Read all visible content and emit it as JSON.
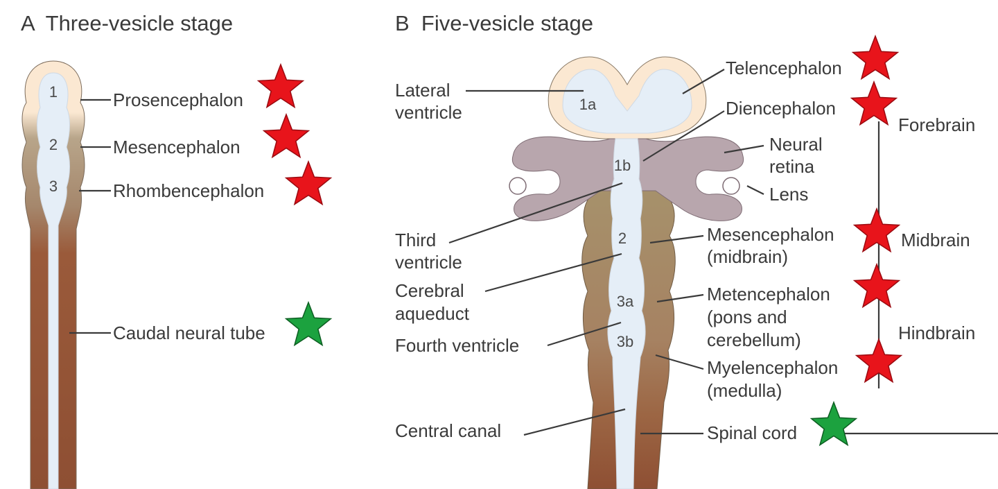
{
  "panel_a": {
    "title": "A  Three-vesicle stage",
    "vesicle_numbers": [
      "1",
      "2",
      "3"
    ],
    "labels": {
      "prosencephalon": "Prosencephalon",
      "mesencephalon": "Mesencephalon",
      "rhombencephalon": "Rhombencephalon",
      "caudal_neural_tube": "Caudal neural tube"
    }
  },
  "panel_b": {
    "title": "B  Five-vesicle stage",
    "vesicle_numbers": {
      "v1a": "1a",
      "v1b": "1b",
      "v2": "2",
      "v3a": "3a",
      "v3b": "3b"
    },
    "left_labels": {
      "lateral_ventricle": [
        "Lateral",
        "ventricle"
      ],
      "third_ventricle": [
        "Third",
        "ventricle"
      ],
      "cerebral_aqueduct": [
        "Cerebral",
        "aqueduct"
      ],
      "fourth_ventricle": "Fourth ventricle",
      "central_canal": "Central canal"
    },
    "right_labels": {
      "telencephalon": "Telencephalon",
      "diencephalon": "Diencephalon",
      "neural_retina": [
        "Neural",
        "retina"
      ],
      "lens": "Lens",
      "mesencephalon": [
        "Mesencephalon",
        "(midbrain)"
      ],
      "metencephalon": [
        "Metencephalon",
        "(pons and",
        "cerebellum)"
      ],
      "myelencephalon": [
        "Myelencephalon",
        "(medulla)"
      ],
      "spinal_cord": "Spinal cord"
    },
    "divisions": {
      "forebrain": "Forebrain",
      "midbrain": "Midbrain",
      "hindbrain": "Hindbrain"
    }
  },
  "colors": {
    "forebrain_tissue": "#fbe8d2",
    "eye_tissue": "#b8a6ad",
    "ventricle": "#e5eef7",
    "tube_brown": "#9a5a3a",
    "midbrain_tan": "#a6916b",
    "star_red": "#e8141b",
    "star_green": "#1ca23f",
    "text": "#3a3a3a"
  },
  "markers": [
    {
      "marks": "Prosencephalon",
      "icon": "red-star"
    },
    {
      "marks": "Mesencephalon",
      "icon": "red-star"
    },
    {
      "marks": "Rhombencephalon",
      "icon": "red-star"
    },
    {
      "marks": "Caudal neural tube",
      "icon": "green-star"
    },
    {
      "marks": "Telencephalon",
      "icon": "red-star"
    },
    {
      "marks": "Diencephalon",
      "icon": "red-star"
    },
    {
      "marks": "Mesencephalon (midbrain)",
      "icon": "red-star"
    },
    {
      "marks": "Metencephalon (pons and cerebellum)",
      "icon": "red-star"
    },
    {
      "marks": "Myelencephalon (medulla)",
      "icon": "red-star"
    },
    {
      "marks": "Spinal cord",
      "icon": "green-star"
    }
  ]
}
